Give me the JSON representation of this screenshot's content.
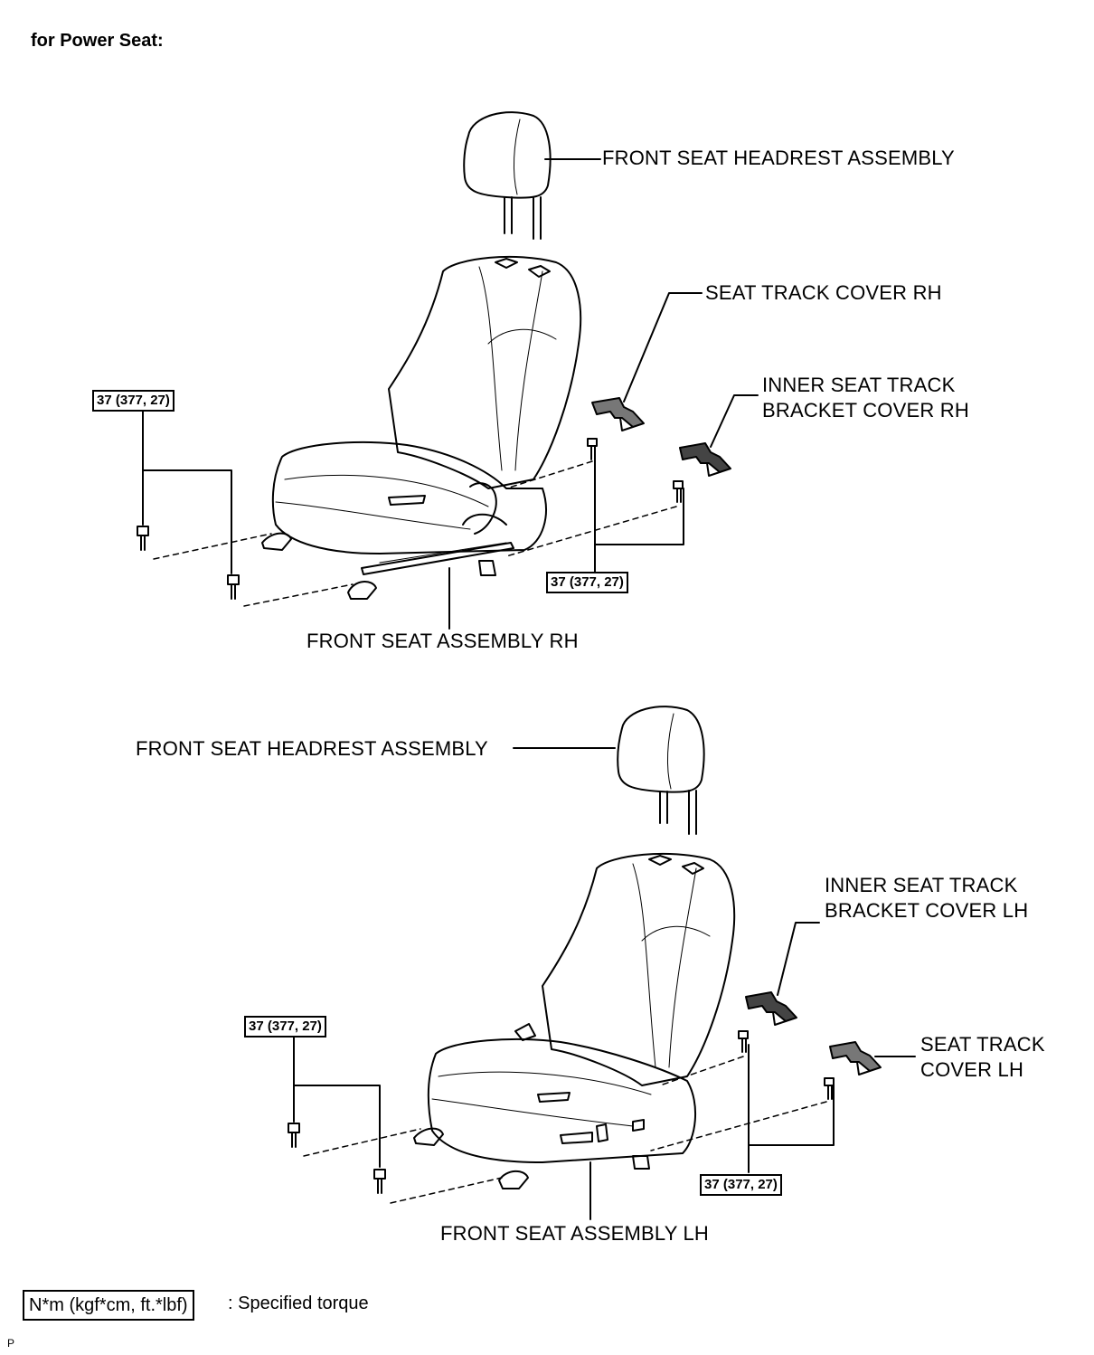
{
  "heading": "for Power Seat:",
  "rh": {
    "headrest_label": "FRONT SEAT HEADREST ASSEMBLY",
    "track_cover_label": "SEAT TRACK COVER RH",
    "inner_cover_line1": "INNER SEAT TRACK",
    "inner_cover_line2": "BRACKET COVER RH",
    "seat_label": "FRONT SEAT ASSEMBLY RH",
    "torque_left": "37 (377, 27)",
    "torque_right": "37 (377, 27)"
  },
  "lh": {
    "headrest_label": "FRONT SEAT HEADREST ASSEMBLY",
    "inner_cover_line1": "INNER SEAT TRACK",
    "inner_cover_line2": "BRACKET COVER LH",
    "track_cover_line1": "SEAT TRACK",
    "track_cover_line2": "COVER LH",
    "seat_label": "FRONT SEAT ASSEMBLY LH",
    "torque_left": "37 (377, 27)",
    "torque_right": "37 (377, 27)"
  },
  "legend": {
    "unit_box": "N*m (kgf*cm, ft.*lbf)",
    "description": ": Specified torque"
  },
  "figure_code": "P"
}
